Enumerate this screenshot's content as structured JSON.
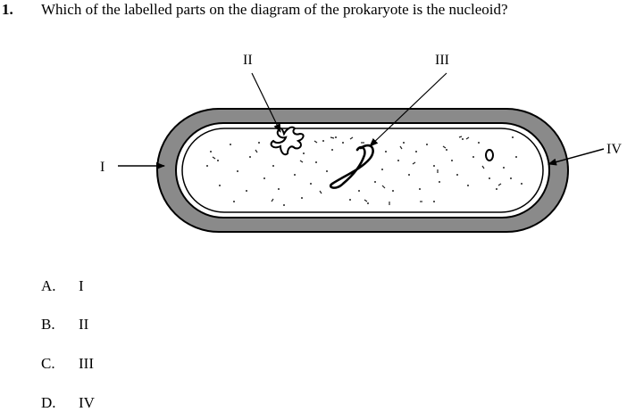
{
  "question": {
    "number": "1.",
    "text": "Which of the labelled parts on the diagram of the prokaryote is the nucleoid?"
  },
  "diagram": {
    "labels": {
      "I": "I",
      "II": "II",
      "III": "III",
      "IV": "IV"
    }
  },
  "options": [
    {
      "letter": "A.",
      "text": "I"
    },
    {
      "letter": "B.",
      "text": "II"
    },
    {
      "letter": "C.",
      "text": "III"
    },
    {
      "letter": "D.",
      "text": "IV"
    }
  ]
}
